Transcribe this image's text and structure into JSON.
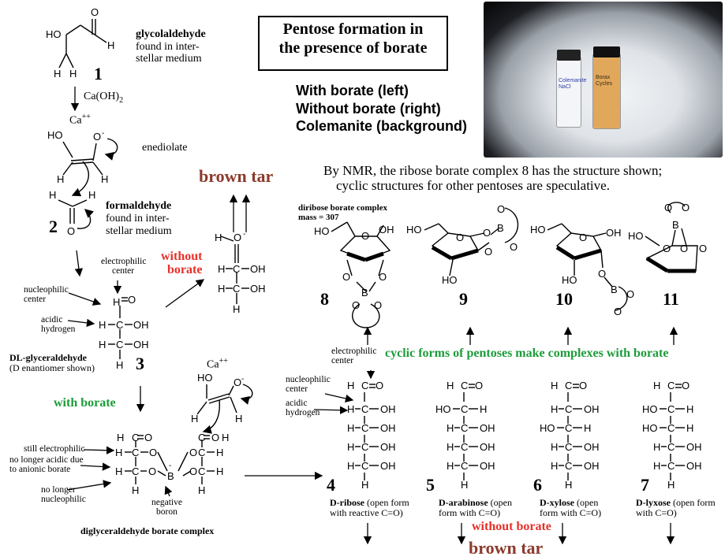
{
  "header": {
    "title_line1": "Pentose formation  in",
    "title_line2": "the presence of borate",
    "photo_caption": [
      "With borate (left)",
      "Without borate (right)",
      "Colemanite (background)"
    ],
    "nmr_line1": "By NMR, the ribose borate complex 8 has the structure shown;",
    "nmr_line2": "cyclic structures for other pentoses are speculative."
  },
  "photo": {
    "vial_left_label": "Colemanite NaCl",
    "vial_right_label": "Borax Cycles"
  },
  "left": {
    "glycolaldehyde": "glycolaldehyde",
    "glyco_desc1": "found in inter-",
    "glyco_desc2": "stellar medium",
    "n1": "1",
    "reagent": "Ca(OH)",
    "reagent_sub": "2",
    "ca": "Ca",
    "ca_sup": "++",
    "enediolate": "enediolate",
    "formaldehyde": "formaldehyde",
    "form_desc1": "found in inter-",
    "form_desc2": "stellar medium",
    "n2": "2",
    "electrophilic": "electrophilic",
    "center": "center",
    "nucleophilic": "nucleophilic",
    "acidic": "acidic",
    "hydrogen": "hydrogen",
    "dlg_name": "DL-glyceraldehyde",
    "dlg_note": "(D enantiomer shown)",
    "n3": "3",
    "without": "without",
    "borate": "borate",
    "brown_tar": "brown tar",
    "with_borate": "with borate",
    "still": "still  electrophilic",
    "no_longer_acidic1": "no longer acidic due",
    "no_longer_acidic2": "to anionic borate",
    "no_longer_nuc1": "no longer",
    "no_longer_nuc2": "nucleophilic",
    "negative": "negative",
    "boron": "boron",
    "complex_name": "diglyceraldehyde borate complex",
    "ca2": "Ca",
    "ca2_sup": "++"
  },
  "right": {
    "diribose1": "diribose borate complex",
    "diribose2": "mass = 307",
    "cyclic_note": "cyclic forms of pentoses make complexes with borate",
    "electrophilic": "electrophilic",
    "center": "center",
    "nucleophilic": "nucleophilic",
    "center2": "center",
    "acidic": "acidic",
    "hydrogen": "hydrogen",
    "without_borate": "without borate",
    "brown_tar": "brown tar"
  },
  "cyclic": [
    {
      "n": "8"
    },
    {
      "n": "9"
    },
    {
      "n": "10"
    },
    {
      "n": "11"
    }
  ],
  "pentoses": [
    {
      "n": "4",
      "name": "D-ribose",
      "desc1": " (open form",
      "desc2": "with reactive C=O)"
    },
    {
      "n": "5",
      "name": "D-arabinose",
      "desc1": " (open",
      "desc2": "form with C=O)"
    },
    {
      "n": "6",
      "name": "D-xylose",
      "desc1": " (open",
      "desc2": "form with  C=O)"
    },
    {
      "n": "7",
      "name": "D-lyxose",
      "desc1": " (open form",
      "desc2": "with  C=O)"
    }
  ],
  "atoms": {
    "H": "H",
    "O": "O",
    "C": "C",
    "B": "B",
    "HO": "HO",
    "OH": "OH",
    "minus": "-"
  },
  "colors": {
    "red": "#e8302a",
    "tar": "#8c3a2c",
    "green": "#1d9c3a"
  }
}
